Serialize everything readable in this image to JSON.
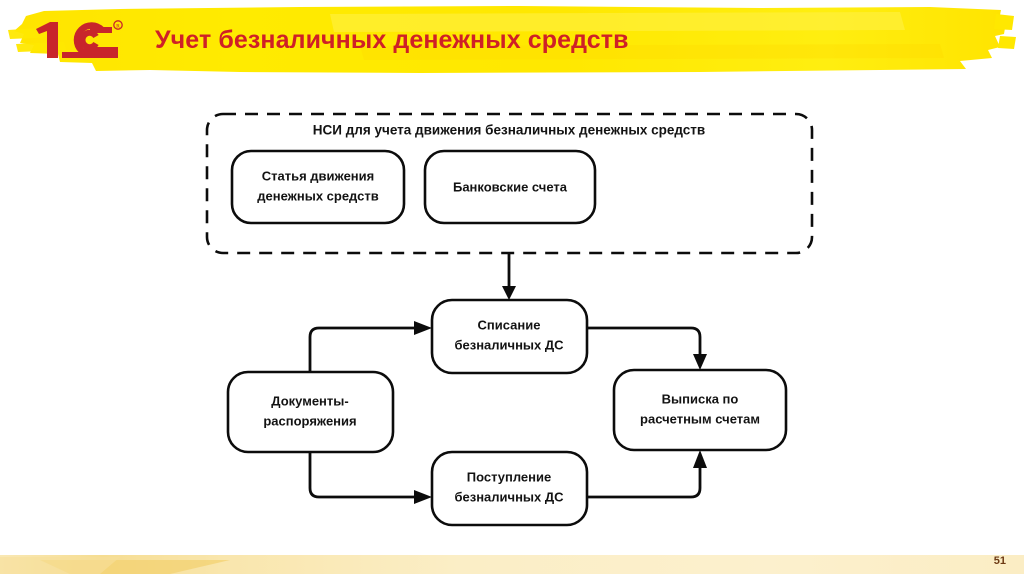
{
  "header": {
    "title": "Учет безналичных денежных средств",
    "logo_text": "1C",
    "logo_trademark": "®",
    "brush_color": "#ffe800",
    "title_color": "#cf2027",
    "logo_color": "#c8252b"
  },
  "diagram": {
    "group": {
      "label": "НСИ для учета движения безналичных денежных средств",
      "children": [
        {
          "label_line1": "Статья движения",
          "label_line2": "денежных средств"
        },
        {
          "label_line1": "Банковские счета",
          "label_line2": ""
        }
      ]
    },
    "nodes": [
      {
        "label_line1": "Списание",
        "label_line2": "безналичных ДС"
      },
      {
        "label_line1": "Документы-",
        "label_line2": "распоряжения"
      },
      {
        "label_line1": "Выписка по",
        "label_line2": "расчетным счетам"
      },
      {
        "label_line1": "Поступление",
        "label_line2": "безналичных ДС"
      }
    ],
    "line_color": "#0c0c0c",
    "box_fill": "#ffffff"
  },
  "footer": {
    "page_number": "51",
    "band_color": "#fbeec2",
    "page_number_color": "#6d3a14"
  }
}
